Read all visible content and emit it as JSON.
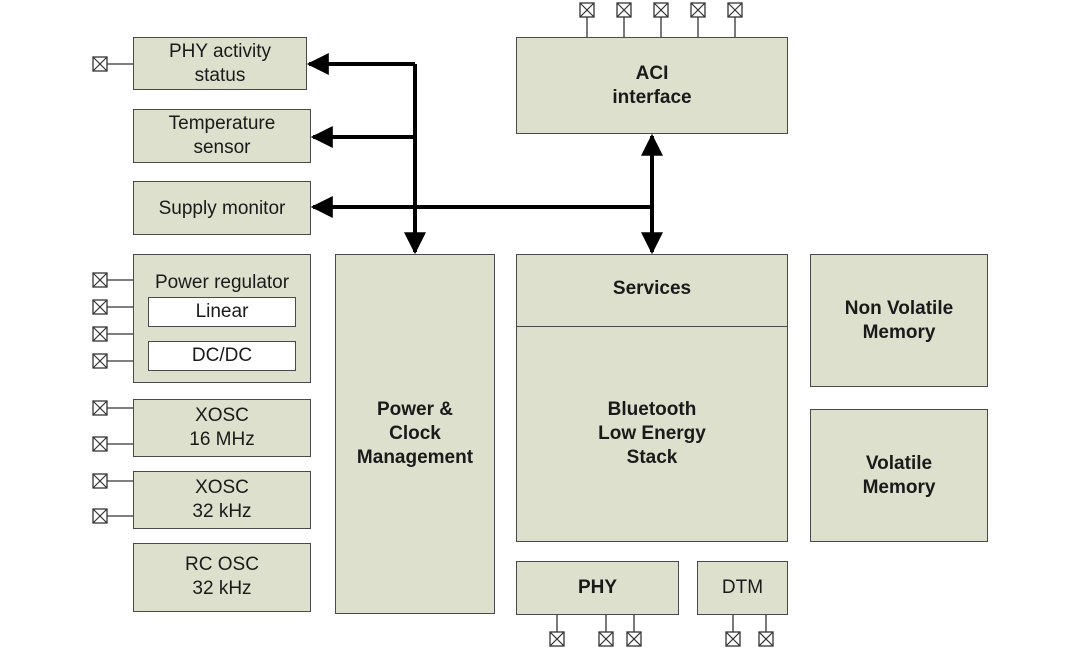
{
  "blocks": {
    "phy_activity": "PHY activity\nstatus",
    "temperature": "Temperature\nsensor",
    "supply_monitor": "Supply monitor",
    "power_regulator": "Power regulator",
    "linear": "Linear",
    "dcdc": "DC/DC",
    "xosc16": "XOSC\n16 MHz",
    "xosc32": "XOSC\n32 kHz",
    "rcosc": "RC OSC\n32 kHz",
    "power_clock": "Power &\nClock\nManagement",
    "aci": "ACI\ninterface",
    "services": "Services",
    "ble_stack": "Bluetooth\nLow Energy\nStack",
    "phy": "PHY",
    "dtm": "DTM",
    "nvm": "Non Volatile\nMemory",
    "vm": "Volatile\nMemory"
  },
  "colors": {
    "block_fill": "#dde0cd",
    "block_border": "#4a4a4a",
    "arrow": "#000000"
  },
  "icons": {
    "pin": "crossed-box-pin-icon"
  }
}
